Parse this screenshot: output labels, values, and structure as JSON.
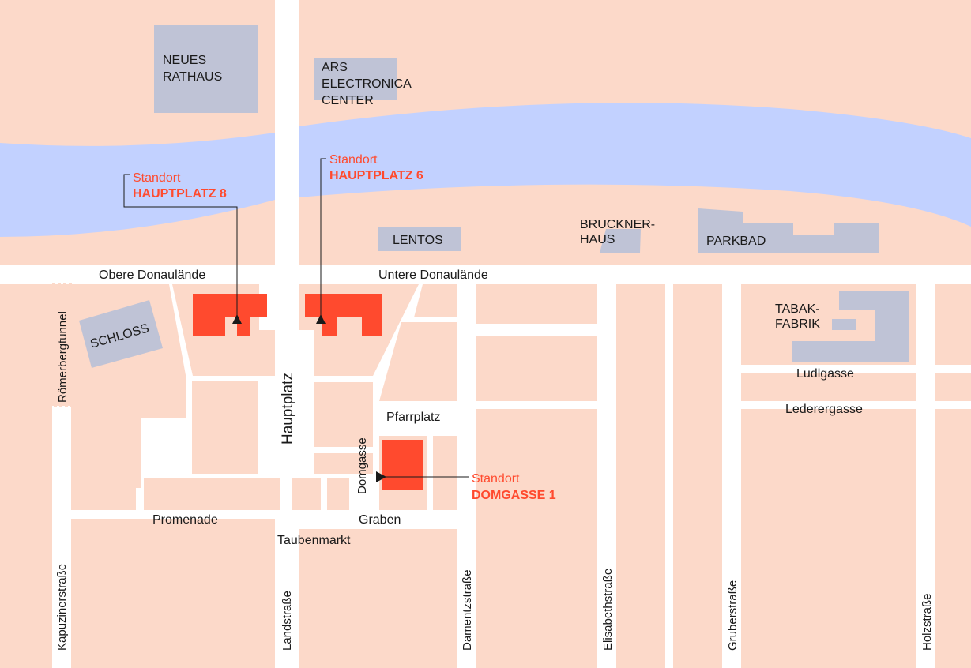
{
  "colors": {
    "block": "#fcd9c9",
    "street": "#ffffff",
    "river": "#c2d1ff",
    "landmark": "#bfc3d6",
    "accent": "#ff4a2e",
    "text": "#1a1a1a"
  },
  "landmarks": {
    "neues_rathaus": [
      "NEUES",
      "RATHAUS"
    ],
    "ars_electronica": [
      "ARS",
      "ELECTRONICA",
      "CENTER"
    ],
    "lentos": "LENTOS",
    "brucknerhaus": [
      "BRUCKNER-",
      "HAUS"
    ],
    "parkbad": "PARKBAD",
    "schloss": "SCHLOSS",
    "tabakfabrik": [
      "TABAK-",
      "FABRIK"
    ]
  },
  "locations": {
    "hauptplatz8": {
      "prefix": "Standort",
      "name": "HAUPTPLATZ 8"
    },
    "hauptplatz6": {
      "prefix": "Standort",
      "name": "HAUPTPLATZ 6"
    },
    "domgasse1": {
      "prefix": "Standort",
      "name": "DOMGASSE 1"
    }
  },
  "streets": {
    "obere_donaulaende": "Obere Donaulände",
    "untere_donaulaende": "Untere Donaulände",
    "roemerbergtunnel": "Römerbergtunnel",
    "hauptplatz": "Hauptplatz",
    "ludlgasse": "Ludlgasse",
    "lederergasse": "Lederergasse",
    "pfarrplatz": "Pfarrplatz",
    "domgasse": "Domgasse",
    "promenade": "Promenade",
    "graben": "Graben",
    "taubenmarkt": "Taubenmarkt",
    "kapuzinerstrasse": "Kapuzinerstraße",
    "landstrasse": "Landstraße",
    "damentzstrasse": "Damentzstraße",
    "elisabethstrasse": "Elisabethstraße",
    "gruberstrasse": "Gruberstraße",
    "holzstrasse": "Holzstraße"
  }
}
